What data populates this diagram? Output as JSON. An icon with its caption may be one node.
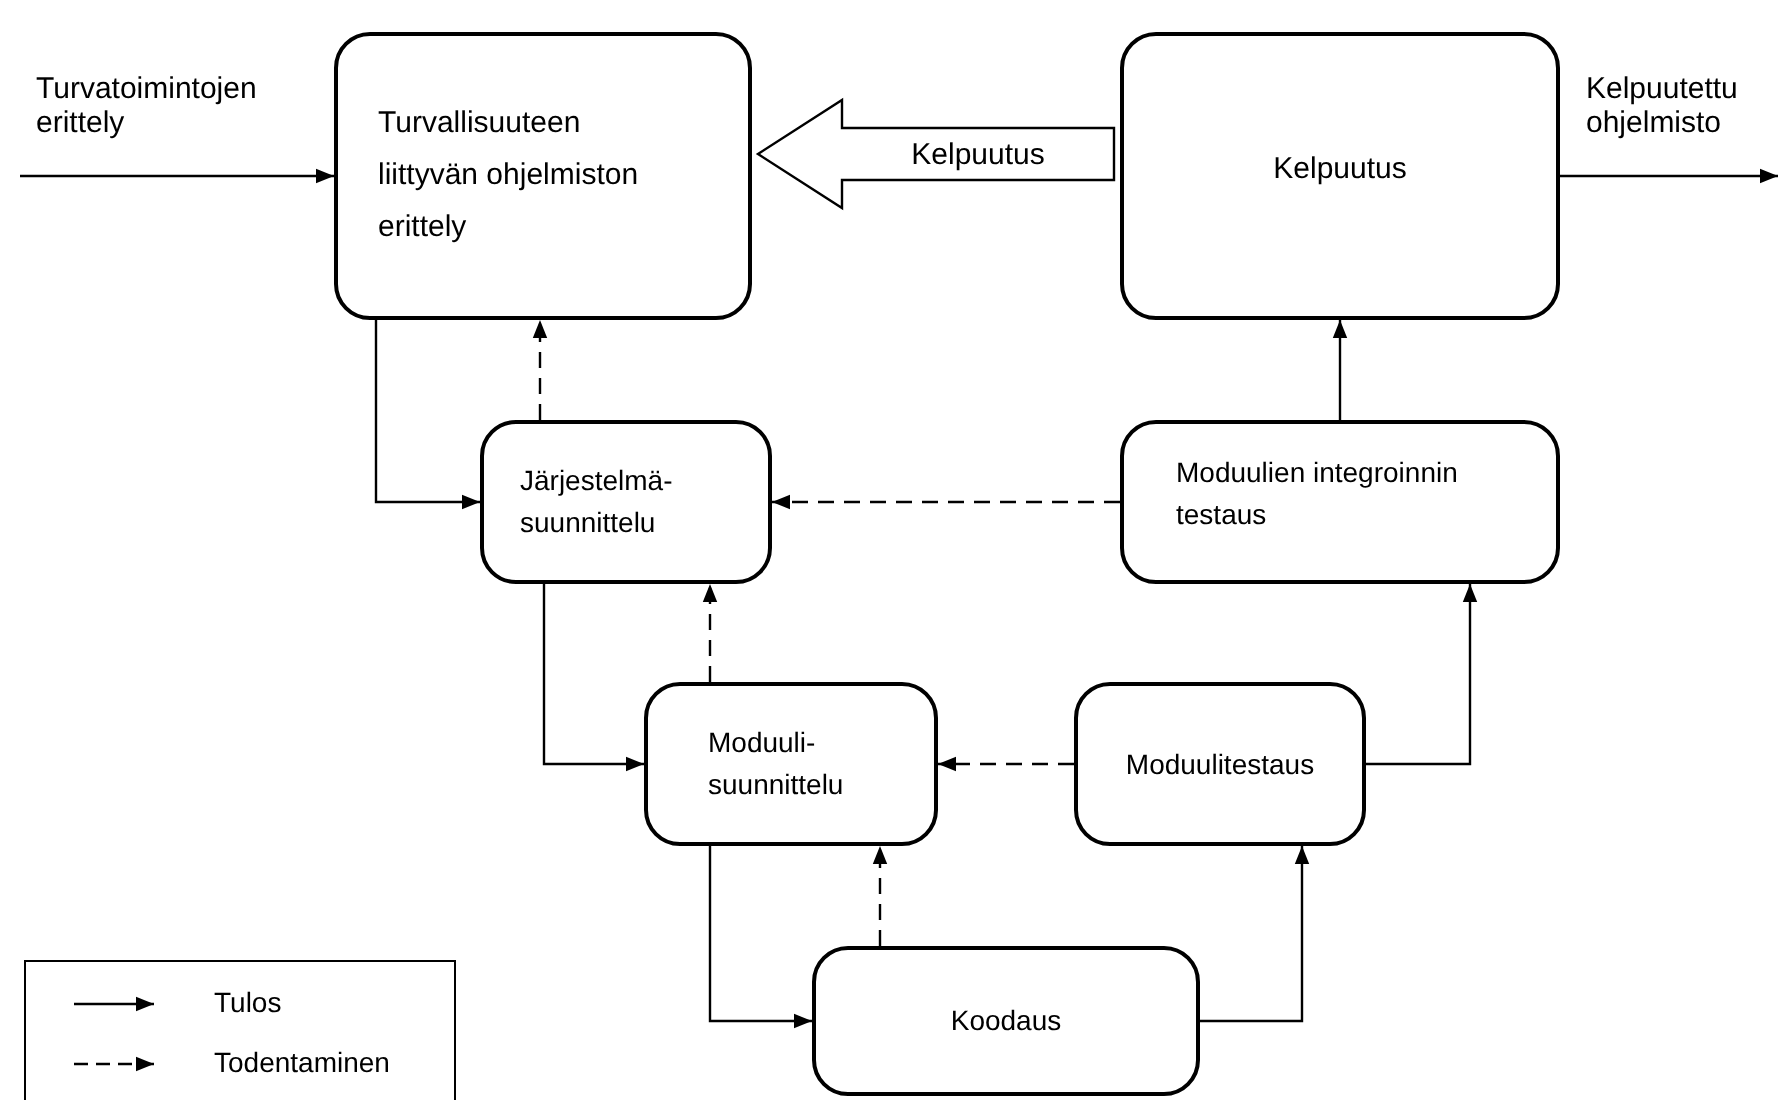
{
  "diagram": {
    "nodes": [
      {
        "text": [
          "Turvallisuuteen liittyvän ohjelmiston erittely"
        ]
      },
      {
        "text": [
          "Kelpuutus"
        ]
      },
      {
        "text": [
          "Järjestelmä- suunnittelu"
        ]
      },
      {
        "text": [
          "Moduulien integroinnin testaus"
        ]
      },
      {
        "text": [
          "Moduuli- suunnittelu"
        ]
      },
      {
        "text": [
          "Moduulitestaus"
        ]
      },
      {
        "text": [
          "Koodaus"
        ]
      }
    ],
    "edges": [
      {
        "from": null,
        "to": 0,
        "arrow": "to",
        "label": "Turvatoimintojen erittely"
      },
      {
        "from": 1,
        "to": null,
        "arrow": "to",
        "label": "Kelpuutettu ohjelmisto"
      },
      {
        "from": 1,
        "to": 0,
        "arrow": "to",
        "label": "Kelpuutus",
        "style": "thick"
      },
      {
        "from": 0,
        "to": 2,
        "arrow": "to"
      },
      {
        "from": 2,
        "to": 0,
        "arrow": "to",
        "style": "dashed"
      },
      {
        "from": 3,
        "to": 2,
        "arrow": "to",
        "style": "dashed"
      },
      {
        "from": 3,
        "to": 1,
        "arrow": "to"
      },
      {
        "from": 2,
        "to": 4,
        "arrow": "to"
      },
      {
        "from": 4,
        "to": 2,
        "arrow": "to",
        "style": "dashed"
      },
      {
        "from": 5,
        "to": 4,
        "arrow": "to",
        "style": "dashed"
      },
      {
        "from": 5,
        "to": 3,
        "arrow": "to"
      },
      {
        "from": 4,
        "to": 6,
        "arrow": "to"
      },
      {
        "from": 6,
        "to": 4,
        "arrow": "to",
        "style": "dashed"
      },
      {
        "from": 6,
        "to": 5,
        "arrow": "to"
      }
    ],
    "legend": [
      {
        "text": "Tulos"
      },
      {
        "text": "Todentaminen"
      }
    ]
  }
}
